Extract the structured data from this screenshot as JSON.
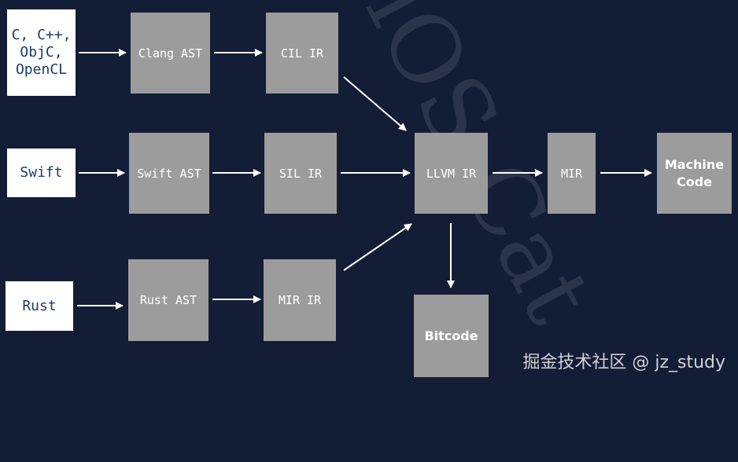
{
  "sources": {
    "c_family": "C, C++,\nObjC,\nOpenCL",
    "swift": "Swift",
    "rust": "Rust"
  },
  "stages": {
    "clang_ast": "Clang AST",
    "cil_ir": "CIL IR",
    "swift_ast": "Swift AST",
    "sil_ir": "SIL IR",
    "rust_ast": "Rust AST",
    "mir_ir": "MIR IR",
    "llvm_ir": "LLVM IR",
    "mir": "MIR",
    "machine_code": "Machine\nCode",
    "bitcode": "Bitcode"
  },
  "watermark": {
    "text": "iOS-Cat",
    "credit": "掘金技术社区 @ jz_study"
  },
  "colors": {
    "background": "#131d36",
    "source_box": "#ffffff",
    "source_text": "#1c3a6e",
    "stage_box": "#9c9c9c",
    "arrow": "#ffffff"
  }
}
